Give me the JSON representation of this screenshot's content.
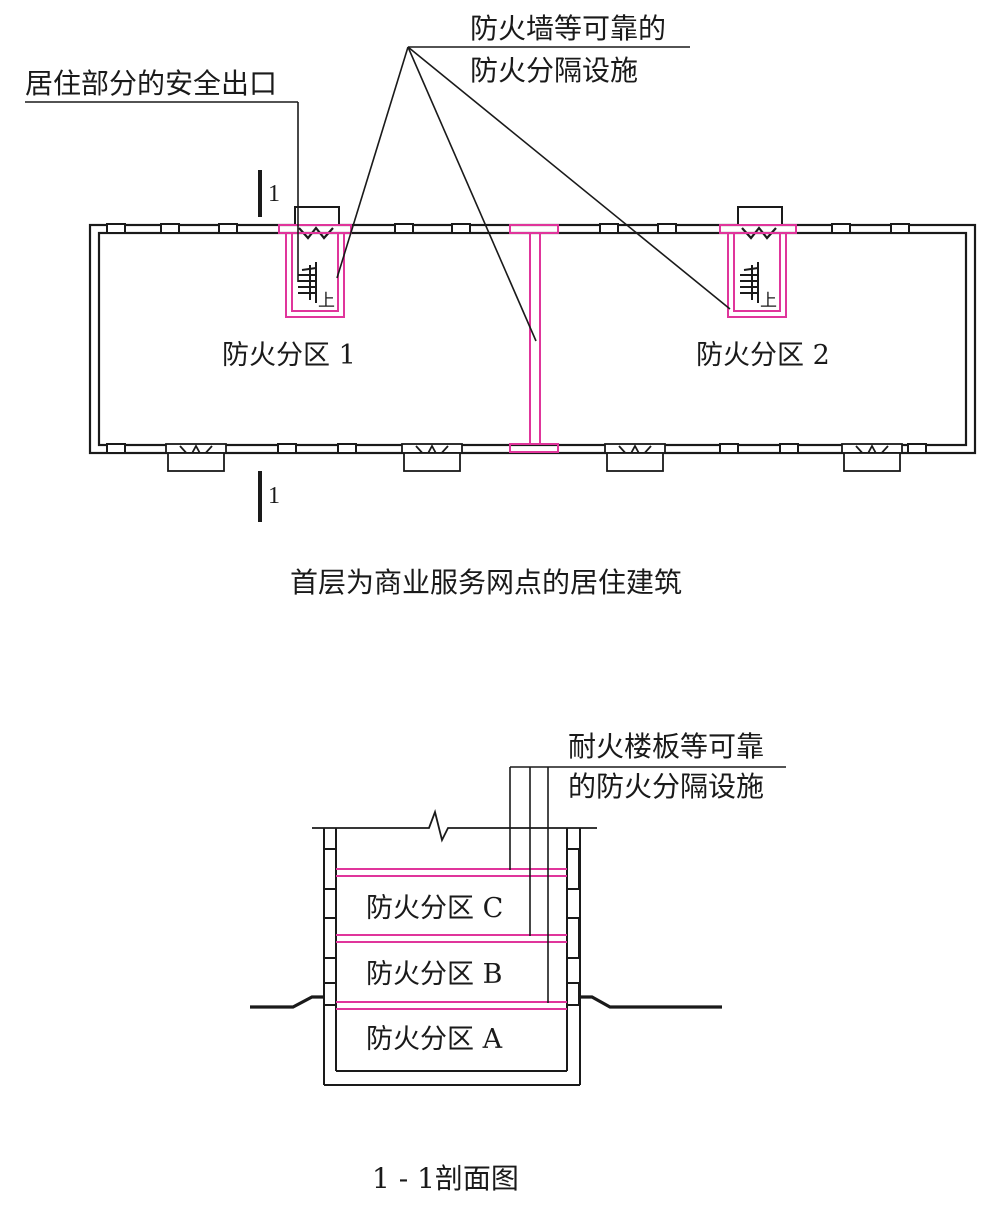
{
  "plan": {
    "label_exit": "居住部分的安全出口",
    "label_wall_line1": "防火墙等可靠的",
    "label_wall_line2": "防火分隔设施",
    "zone1": "防火分区 1",
    "zone2": "防火分区 2",
    "section_mark_top": "1",
    "section_mark_bottom": "1",
    "stair_up_1": "上",
    "stair_up_2": "上",
    "caption": "首层为商业服务网点的居住建筑"
  },
  "section": {
    "label_floor_line1": "耐火楼板等可靠",
    "label_floor_line2": "的防火分隔设施",
    "zone_c": "防火分区 C",
    "zone_b": "防火分区 B",
    "zone_a": "防火分区 A",
    "caption": "1 - 1剖面图"
  },
  "colors": {
    "line": "#1a1a1a",
    "firewall": "#e0359b"
  }
}
